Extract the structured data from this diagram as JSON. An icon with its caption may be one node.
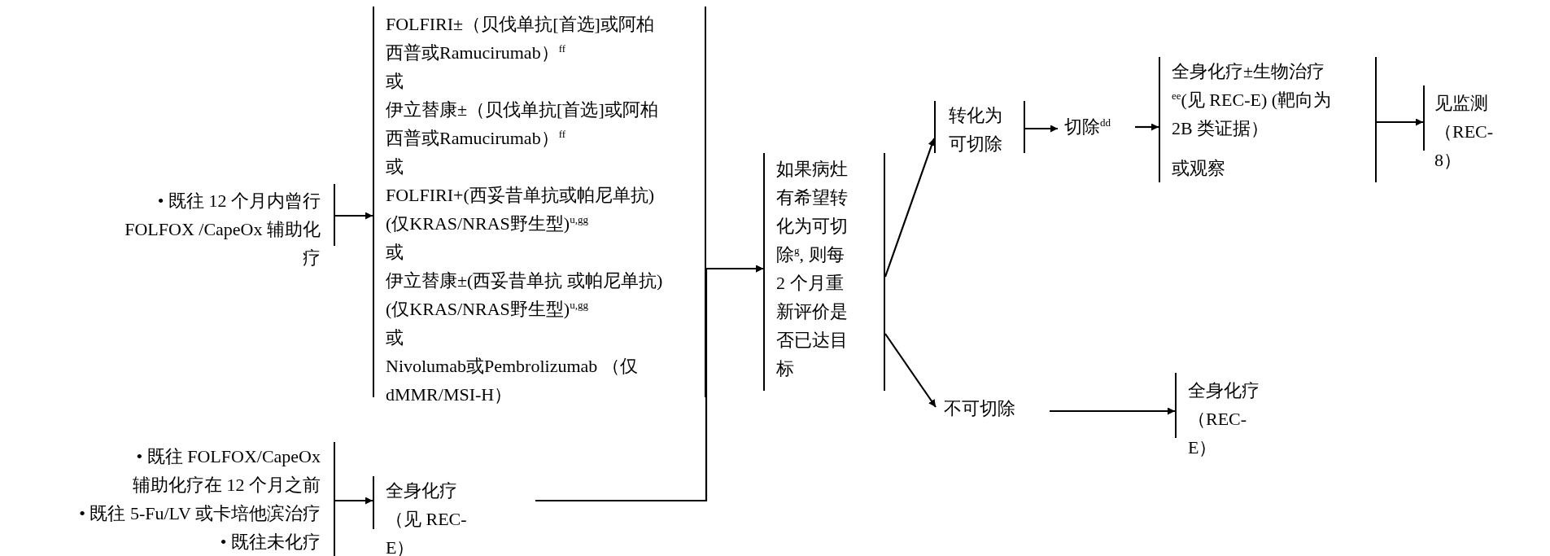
{
  "diagram": {
    "nodes": [
      {
        "text": [
          "• 既往 12 个月内曾行 FOLFOX /CapeOx 辅助化疗"
        ]
      },
      {
        "text": [
          "FOLFIRI±（贝伐单抗[首选]或阿柏西普或Ramucirumab）$^{ff}$",
          "或",
          "伊立替康±（贝伐单抗[首选]或阿柏西普或Ramucirumab）$^{ff}$",
          "或",
          "FOLFIRI+(西妥昔单抗或帕尼单抗)(仅KRAS/NRAS野生型)$^{u,gg}$",
          "或",
          "伊立替康±(西妥昔单抗 或帕尼单抗) (仅KRAS/NRAS野生型)$^{u,gg}$",
          "或",
          "Nivolumab或Pembrolizumab （仅dMMR/MSI-H）"
        ]
      },
      {
        "text": [
          "• 既往 FOLFOX/CapeOx 辅助化疗在 12 个月之前",
          "• 既往 5-Fu/LV 或卡培他滨治疗",
          "• 既往未化疗"
        ]
      },
      {
        "text": [
          "全身化疗（见 REC-E）"
        ]
      },
      {
        "text": [
          "如果病灶有希望转化为可切除$^{g}$, 则每 2 个月重新评价是否已达目标"
        ]
      },
      {
        "text": [
          "转化为可切除"
        ]
      },
      {
        "text": [
          "切除$^{dd}$"
        ]
      },
      {
        "text": [
          "全身化疗±生物治疗$^{ee}$(见 REC-E) (靶向为 2B 类证据）",
          "或观察"
        ]
      },
      {
        "text": [
          "见监测（REC-8）"
        ]
      },
      {
        "text": [
          "不可切除"
        ]
      },
      {
        "text": [
          "全身化疗（REC-E）"
        ]
      }
    ],
    "edges": [
      {
        "from": 0,
        "to": 1,
        "arrow": "to"
      },
      {
        "from": 1,
        "to": 4,
        "arrow": "to"
      },
      {
        "from": 2,
        "to": 3,
        "arrow": "to"
      },
      {
        "from": 3,
        "to": 4,
        "arrow": "to"
      },
      {
        "from": 4,
        "to": 5,
        "arrow": "to"
      },
      {
        "from": 4,
        "to": 9,
        "arrow": "to"
      },
      {
        "from": 5,
        "to": 6,
        "arrow": "to"
      },
      {
        "from": 6,
        "to": 7,
        "arrow": "to"
      },
      {
        "from": 7,
        "to": 8,
        "arrow": "to"
      },
      {
        "from": 9,
        "to": 10,
        "arrow": "to"
      }
    ]
  }
}
